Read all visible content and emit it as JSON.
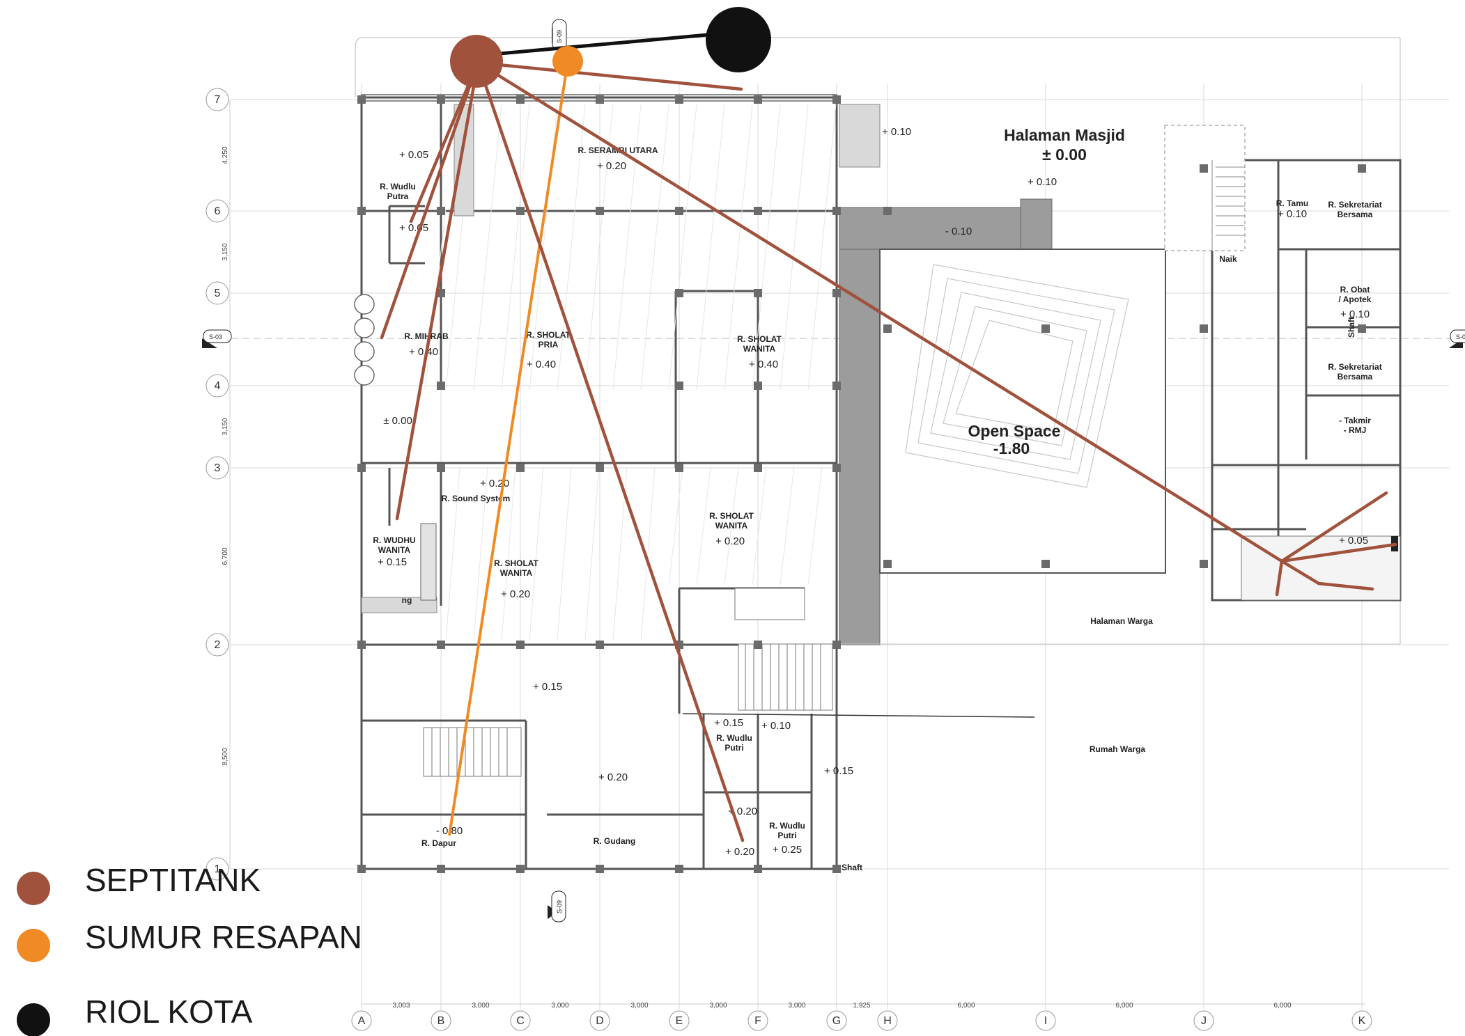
{
  "colors": {
    "septitank": "#a0523d",
    "sumur_resapan": "#f08a24",
    "riol_kota": "#111111",
    "wall": "#555555",
    "column": "#6b6b6b"
  },
  "legend": [
    {
      "key": "septitank",
      "label": "SEPTITANK"
    },
    {
      "key": "sumur_resapan",
      "label": "SUMUR RESAPAN"
    },
    {
      "key": "riol_kota",
      "label": "RIOL KOTA"
    }
  ],
  "grid": {
    "rows": [
      "7",
      "6",
      "5",
      "4",
      "3",
      "2",
      "1"
    ],
    "cols": [
      "A",
      "B",
      "C",
      "D",
      "E",
      "F",
      "G",
      "H",
      "I",
      "J",
      "K"
    ],
    "row_dims": [
      "4,250",
      "3,150",
      "3,150",
      "6,700",
      "8,500"
    ],
    "col_dims": [
      "3,003",
      "3,000",
      "3,000",
      "3,000",
      "3,000",
      "3,000",
      "1,925",
      "6,000",
      "6,000",
      "6,000"
    ]
  },
  "sections": [
    "S-09",
    "S-03",
    "S-09",
    "S-0"
  ],
  "big_labels": {
    "halaman_masjid": "Halaman Masjid",
    "halaman_level": "± 0.00",
    "open_space": "Open Space",
    "open_space_level": "-1.80",
    "halaman_warga": "Halaman Warga",
    "rumah_warga": "Rumah Warga"
  },
  "rooms": {
    "wudlu_putra": [
      "R. Wudlu",
      "Putra"
    ],
    "serambi_utara": "R. SERAMBI UTARA",
    "mihrab": "R. MIHRAB",
    "sholat_pria": [
      "R. SHOLAT",
      "PRIA"
    ],
    "sholat_wanita_1": [
      "R. SHOLAT",
      "WANITA"
    ],
    "sound_system": "R. Sound System",
    "wudhu_wanita": [
      "R. WUDHU",
      "WANITA"
    ],
    "sholat_wanita_2": [
      "R. SHOLAT",
      "WANITA"
    ],
    "sholat_wanita_3": [
      "R. SHOLAT",
      "WANITA"
    ],
    "wudlu_putri_1": [
      "R. Wudlu",
      "Putri"
    ],
    "wudlu_putri_2": [
      "R. Wudlu",
      "Putri"
    ],
    "dapur": "R. Dapur",
    "gudang": "R. Gudang",
    "shaft": "Shaft",
    "tamu": "R. Tamu",
    "sekretariat_1": [
      "R. Sekretariat",
      "Bersama"
    ],
    "obat": [
      "R. Obat",
      "/ Apotek"
    ],
    "sekretariat_2": [
      "R. Sekretariat",
      "Bersama"
    ],
    "takmir": [
      "- Takmir",
      "- RMJ"
    ],
    "naik": "Naik",
    "ng": "ng",
    "shaft_small": "Shaft"
  },
  "levels": {
    "wudlu_a": "+ 0.05",
    "wudlu_b": "+ 0.05",
    "serambi": "+ 0.20",
    "mihrab": "+ 0.40",
    "pria": "+ 0.40",
    "wanita1": "+ 0.40",
    "zero": "± 0.00",
    "sound": "+ 0.20",
    "wudhu_wanita": "+ 0.15",
    "wanita2": "+ 0.20",
    "wanita3": "+ 0.20",
    "corridor": "+ 0.15",
    "putri_a": "+ 0.15",
    "putri_b": "+ 0.10",
    "putri_c": "+ 0.15",
    "kitchen_area": "+ 0.20",
    "dapur": "- 0.80",
    "putri_d": "+ 0.20",
    "putri_e": "+ 0.20",
    "putri_f": "+ 0.25",
    "garden": "+ 0.10",
    "halaman_top": "+ 0.10",
    "terrace": "- 0.10",
    "tamu": "+ 0.10",
    "obat": "+ 0.10",
    "toilet_right": "+ 0.05"
  }
}
